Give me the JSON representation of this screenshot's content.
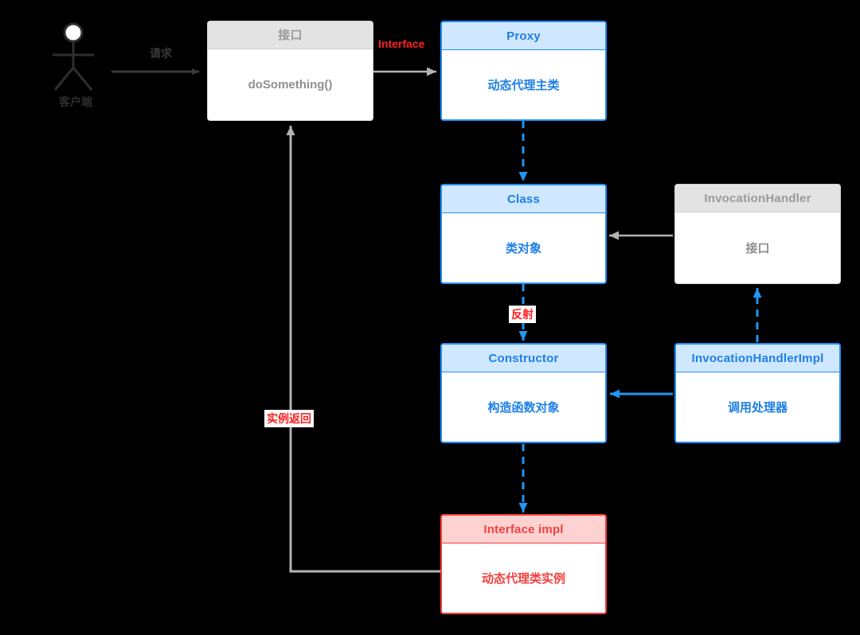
{
  "diagram": {
    "background": "#000000",
    "colors": {
      "blue": "#1e90ff",
      "blue_header": "#cfe7ff",
      "blue_text": "#1e7fe8",
      "gray_border": "#d0d0d0",
      "gray_header": "#e3e3e3",
      "gray_text": "#8e8e8e",
      "red": "#fb3b3b",
      "red_header": "#ffd2d2",
      "red_text": "#f4403f",
      "label_red": "#ff2020",
      "edge_gray": "#b3b3b3"
    },
    "actor": {
      "name": "actor-client",
      "caption": "客户端"
    },
    "boxes": [
      {
        "id": "interface",
        "title": "接口",
        "body": "doSomething()",
        "variant": "gray"
      },
      {
        "id": "proxy",
        "title": "Proxy",
        "body": "动态代理主类",
        "variant": "blue"
      },
      {
        "id": "class",
        "title": "Class",
        "body": "类对象",
        "variant": "blue"
      },
      {
        "id": "invocation-handler",
        "title": "InvocationHandler",
        "body": "接口",
        "variant": "gray"
      },
      {
        "id": "constructor",
        "title": "Constructor",
        "body": "构造函数对象",
        "variant": "blue"
      },
      {
        "id": "invocation-handler-impl",
        "title": "InvocationHandlerImpl",
        "body": "调用处理器",
        "variant": "blue"
      },
      {
        "id": "interface-impl",
        "title": "Interface impl",
        "body": "动态代理类实例",
        "variant": "red"
      }
    ],
    "edge_labels": {
      "request": "请求",
      "interface": "Interface",
      "reflection": "反射",
      "instance_return": "实例返回"
    }
  }
}
